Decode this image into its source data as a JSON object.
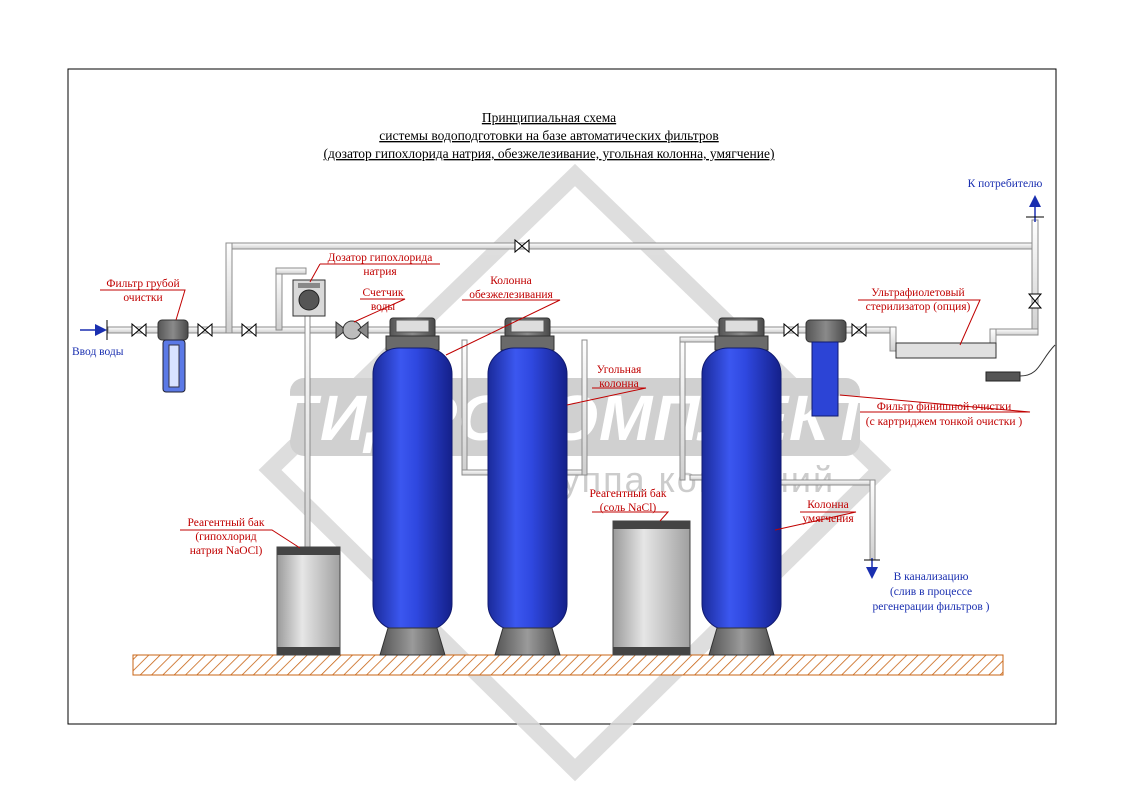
{
  "title": {
    "line1": "Принципиальная схема",
    "line2": "системы водоподготовки на базе автоматических фильтров",
    "line3": "(дозатор гипохлорида натрия, обезжелезивание, угольная колонна, умягчение)"
  },
  "watermark": {
    "brand": "ГИДРОКОМПЛЕКТ",
    "subtitle": "группа компаний"
  },
  "labels": {
    "inlet": "Ввод воды",
    "coarse_filter": [
      "Фильтр грубой",
      "очистки"
    ],
    "doser": [
      "Дозатор гипохлорида",
      "натрия"
    ],
    "meter": [
      "Счетчик",
      "воды"
    ],
    "iron_column": [
      "Колонна",
      "обезжелезивания"
    ],
    "carbon_column": [
      "Угольная",
      "колонна"
    ],
    "uv": [
      "Ультрафиолетовый",
      "стерилизатор (опция)"
    ],
    "consumer": "К потребителю",
    "fine_filter": [
      "Фильтр финишной очистки",
      "(с картриджем тонкой очистки )"
    ],
    "reagent_tank_naocl": [
      "Реагентный бак",
      "(гипохлорид",
      "натрия NaOCl)"
    ],
    "reagent_tank_nacl": [
      "Реагентный бак",
      "(соль NaCl)"
    ],
    "softening_column": [
      "Колонна",
      "умягчения"
    ],
    "drain": [
      "В канализацию",
      "(слив в процессе",
      "регенерации фильтров )"
    ]
  },
  "colors": {
    "column_blue": "#2c44d6",
    "label_red": "#c00000",
    "label_blue": "#1a2fb0",
    "hatch": "#c86414"
  }
}
